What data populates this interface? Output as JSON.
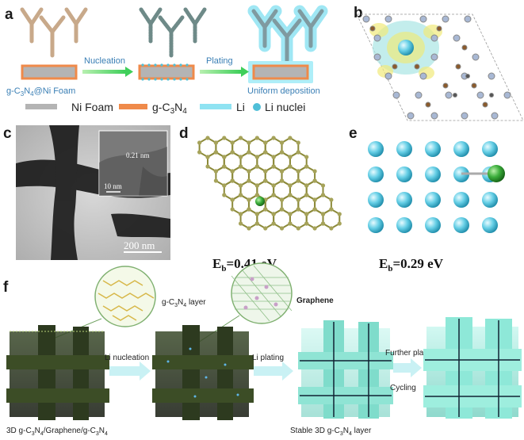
{
  "panels": {
    "a": {
      "label": "a",
      "substrate_label": "g-C3N4@Ni Foam",
      "step1": "Nucleation",
      "step2": "Plating",
      "result": "Uniform deposition",
      "legend": {
        "ni_foam": "Ni Foam",
        "gc3n4": "g-C3N4",
        "li": "Li",
        "li_nuclei": "Li nuclei"
      },
      "colors": {
        "ni_foam": "#b4b4b4",
        "gc3n4": "#ef8a4a",
        "li": "#8fe3f2",
        "li_nuclei": "#4fbfd8"
      }
    },
    "b": {
      "label": "b"
    },
    "c": {
      "label": "c",
      "inset_scale": "10 nm",
      "lattice": "0.21 nm",
      "scale": "200 nm"
    },
    "d": {
      "label": "d",
      "binding_energy": "Eb=0.41 eV"
    },
    "e": {
      "label": "e",
      "binding_energy": "Eb=0.29 eV"
    },
    "f": {
      "label": "f",
      "layer1": "g-C3N4 layer",
      "layer2": "Graphene",
      "step1": "Li nucleation",
      "step2": "Li plating",
      "step3a": "Further plating",
      "step3b": "Cycling",
      "caption_left": "3D g-C3N4/Graphene/g-C3N4",
      "caption_mid": "Stable 3D g-C3N4 layer"
    }
  }
}
